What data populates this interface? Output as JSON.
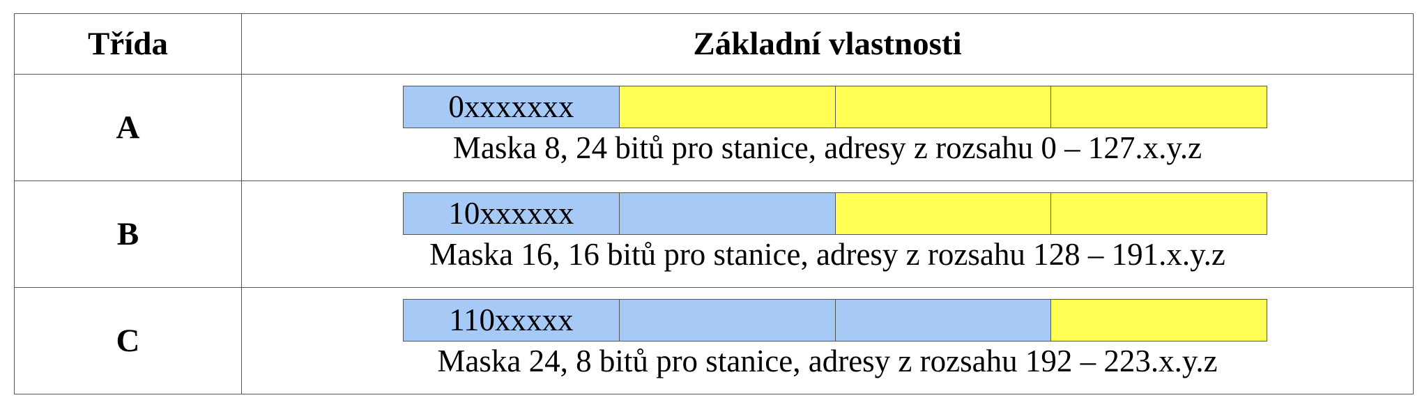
{
  "header": {
    "class_label": "Třída",
    "props_label": "Základní vlastnosti"
  },
  "colors": {
    "network": "#a7c9f5",
    "host": "#ffff55",
    "border": "#555555"
  },
  "rows": [
    {
      "class": "A",
      "first_octet": "0xxxxxxx",
      "octets": [
        "network",
        "host",
        "host",
        "host"
      ],
      "description": "Maska 8, 24 bitů pro stanice, adresy z rozsahu 0 – 127.x.y.z"
    },
    {
      "class": "B",
      "first_octet": "10xxxxxx",
      "octets": [
        "network",
        "network",
        "host",
        "host"
      ],
      "description": "Maska 16, 16 bitů pro stanice, adresy z rozsahu 128 – 191.x.y.z"
    },
    {
      "class": "C",
      "first_octet": "110xxxxx",
      "octets": [
        "network",
        "network",
        "network",
        "host"
      ],
      "description": "Maska 24, 8 bitů pro stanice, adresy z rozsahu 192 – 223.x.y.z"
    }
  ]
}
